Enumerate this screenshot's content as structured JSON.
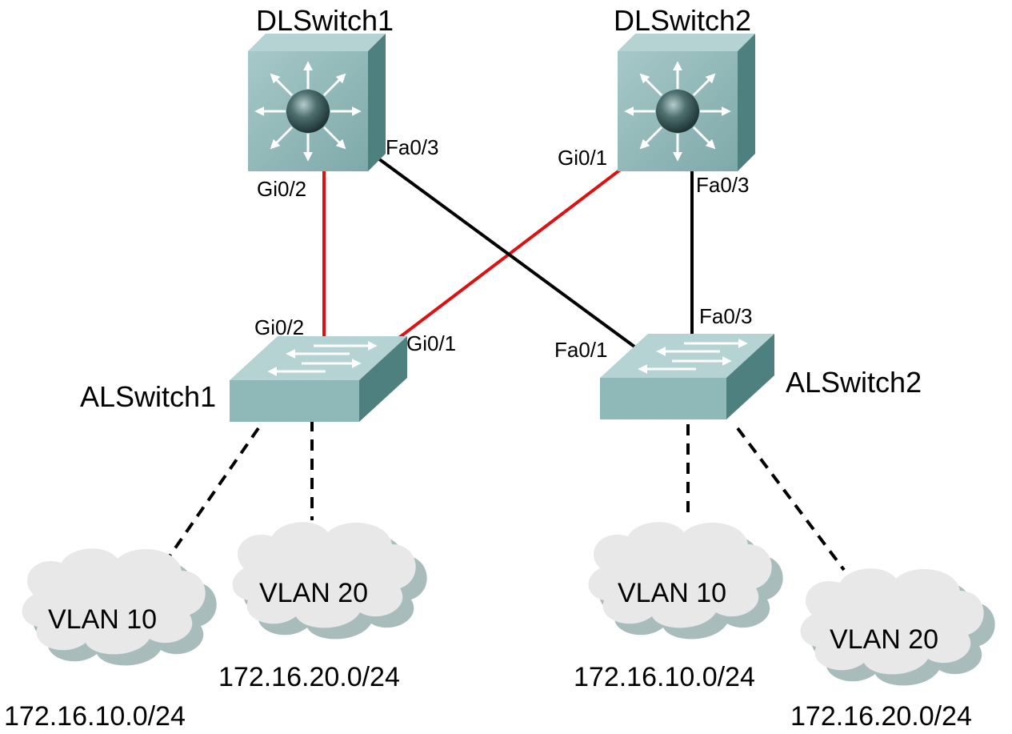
{
  "devices": {
    "dl1": {
      "name": "DLSwitch1"
    },
    "dl2": {
      "name": "DLSwitch2"
    },
    "al1": {
      "name": "ALSwitch1"
    },
    "al2": {
      "name": "ALSwitch2"
    }
  },
  "ports": {
    "dl1_gi02": "Gi0/2",
    "dl1_fa03": "Fa0/3",
    "dl2_gi01": "Gi0/1",
    "dl2_fa03": "Fa0/3",
    "al1_gi02": "Gi0/2",
    "al1_gi01": "Gi0/1",
    "al2_fa01": "Fa0/1",
    "al2_fa03": "Fa0/3"
  },
  "links": [
    {
      "from": "dl1",
      "to": "al1",
      "from_port": "Gi0/2",
      "to_port": "Gi0/2",
      "style": "gigabit"
    },
    {
      "from": "dl1",
      "to": "al2",
      "from_port": "Fa0/3",
      "to_port": "Fa0/1",
      "style": "fastethernet"
    },
    {
      "from": "dl2",
      "to": "al1",
      "from_port": "Gi0/1",
      "to_port": "Gi0/1",
      "style": "gigabit"
    },
    {
      "from": "dl2",
      "to": "al2",
      "from_port": "Fa0/3",
      "to_port": "Fa0/3",
      "style": "fastethernet"
    }
  ],
  "vlans": {
    "al1_v10": {
      "label": "VLAN 10",
      "subnet": "172.16.10.0/24"
    },
    "al1_v20": {
      "label": "VLAN 20",
      "subnet": "172.16.20.0/24"
    },
    "al2_v10": {
      "label": "VLAN 10",
      "subnet": "172.16.10.0/24"
    },
    "al2_v20": {
      "label": "VLAN 20",
      "subnet": "172.16.20.0/24"
    }
  },
  "colors": {
    "gigabit_link": "#dd1111",
    "fastethernet_link": "#000000",
    "switch_face": "#8fb8b8",
    "switch_side": "#4f8080",
    "switch_top": "#b5d3d3",
    "cloud_fill": "#e8e8e8",
    "cloud_shadow": "#a9bcbc"
  },
  "icons": {
    "distribution_switch": "multilayer-switch-icon",
    "access_switch": "workgroup-switch-icon",
    "vlan_cloud": "cloud-icon"
  }
}
